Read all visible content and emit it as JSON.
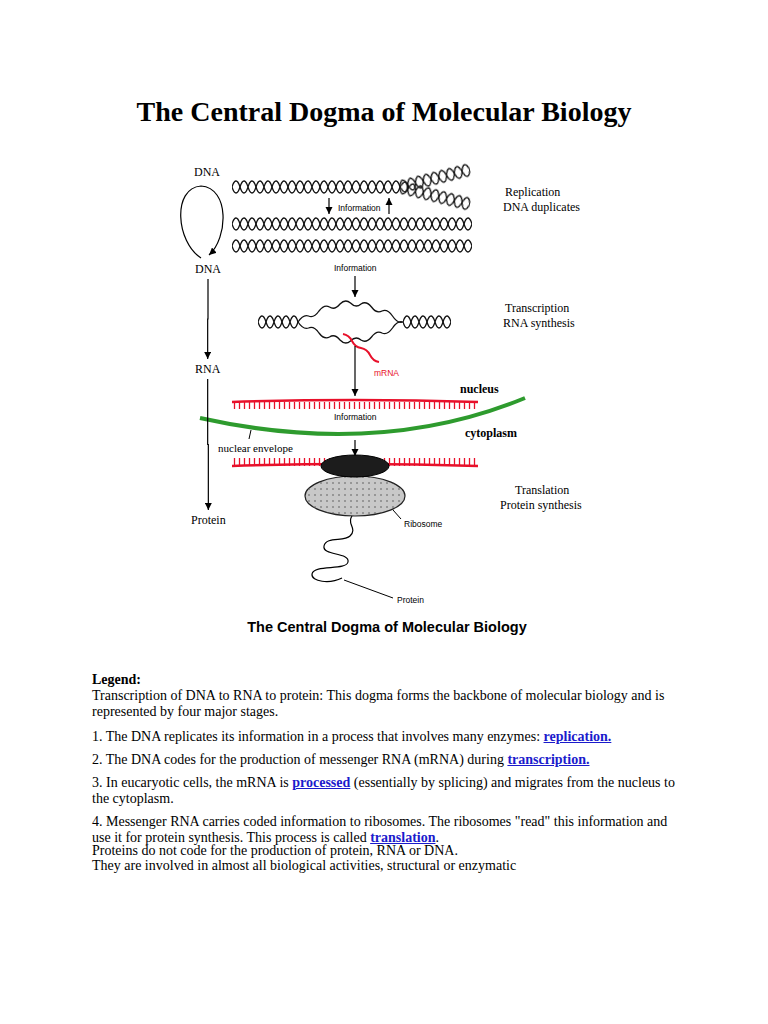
{
  "diagram": {
    "title": "The Central Dogma of Molecular Biology",
    "caption": "The Central Dogma of Molecular Biology",
    "nodes": [
      {
        "text": [
          "DNA"
        ]
      },
      {
        "text": [
          "RNA"
        ]
      },
      {
        "text": [
          "Protein"
        ]
      }
    ],
    "edges": [
      {
        "from": 0,
        "to": 1,
        "arrow": "to"
      },
      {
        "from": 1,
        "to": 2,
        "arrow": "to"
      }
    ],
    "labels": [
      "DNA",
      "Information",
      "Replication",
      "DNA duplicates",
      "Information",
      "Transcription",
      "RNA synthesis",
      "mRNA",
      "nucleus",
      "cytoplasm",
      "nuclear envelope",
      "Information",
      "Translation",
      "Protein synthesis",
      "Ribosome",
      "Protein",
      "Legend:",
      "Transcription of DNA to RNA to protein: This dogma forms the backbone of molecular biology and is represented by four major stages.",
      "1. The DNA replicates its information in a process that involves many enzymes:",
      "replication.",
      "2. The DNA codes for the production of messenger RNA (mRNA) during",
      "transcription.",
      "3. In eucaryotic cells, the mRNA is",
      "processed",
      "(essentially by splicing) and migrates from the nucleus to the cytoplasm.",
      "4. Messenger RNA carries coded information to ribosomes. The ribosomes \"read\" this information and use it for protein synthesis. This process is called",
      "translation",
      ".",
      "Proteins do not code for the production of protein, RNA or DNA.",
      "They are involved in almost all biological activities, structural or enzymatic"
    ]
  }
}
